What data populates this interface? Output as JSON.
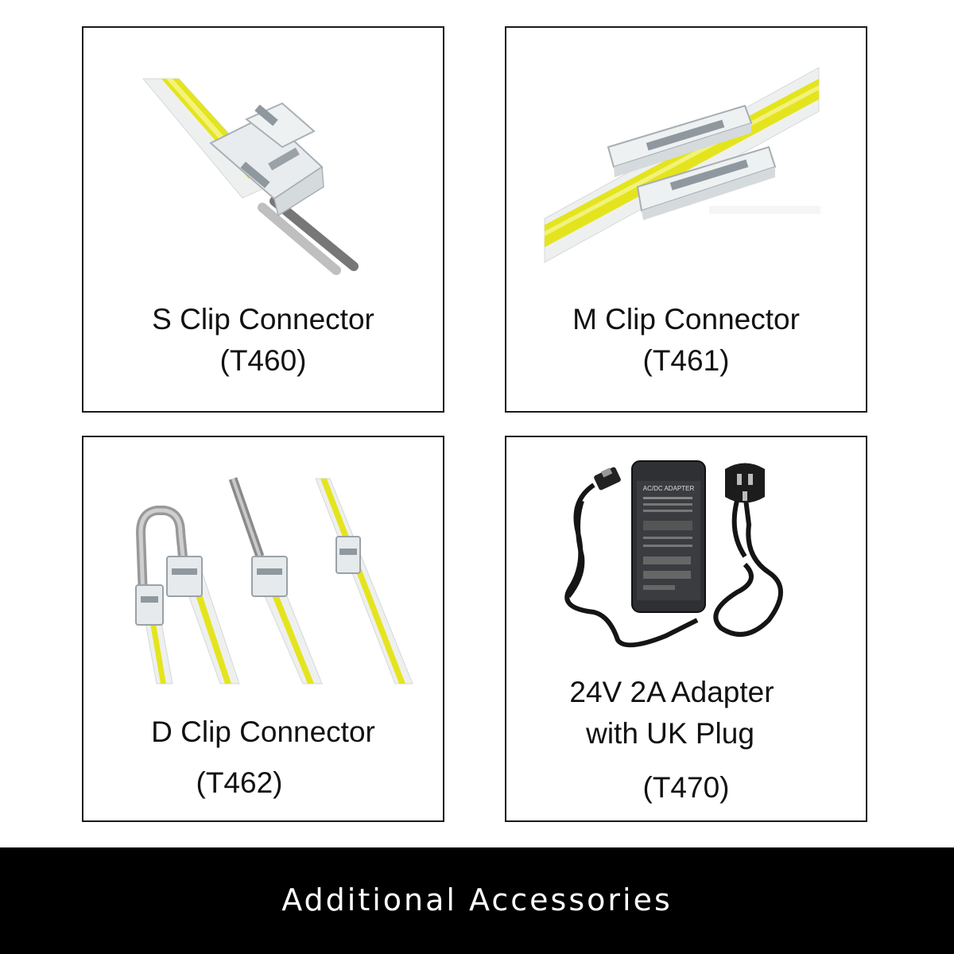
{
  "cards": [
    {
      "name": "S Clip Connector",
      "code": "(T460)"
    },
    {
      "name": "M Clip Connector",
      "code": "(T461)"
    },
    {
      "name": "D Clip Connector",
      "code": "(T462)"
    },
    {
      "name_line1": "24V 2A Adapter",
      "name_line2": "with UK Plug",
      "code": "(T470)"
    }
  ],
  "adapter_label": "AC/DC ADAPTER",
  "footer": {
    "title": "Additional Accessories"
  },
  "colors": {
    "strip_yellow": "#e4e41e",
    "frame": "#1a1a1a",
    "footer_bg": "#000000",
    "adapter_body": "#2e3033"
  }
}
